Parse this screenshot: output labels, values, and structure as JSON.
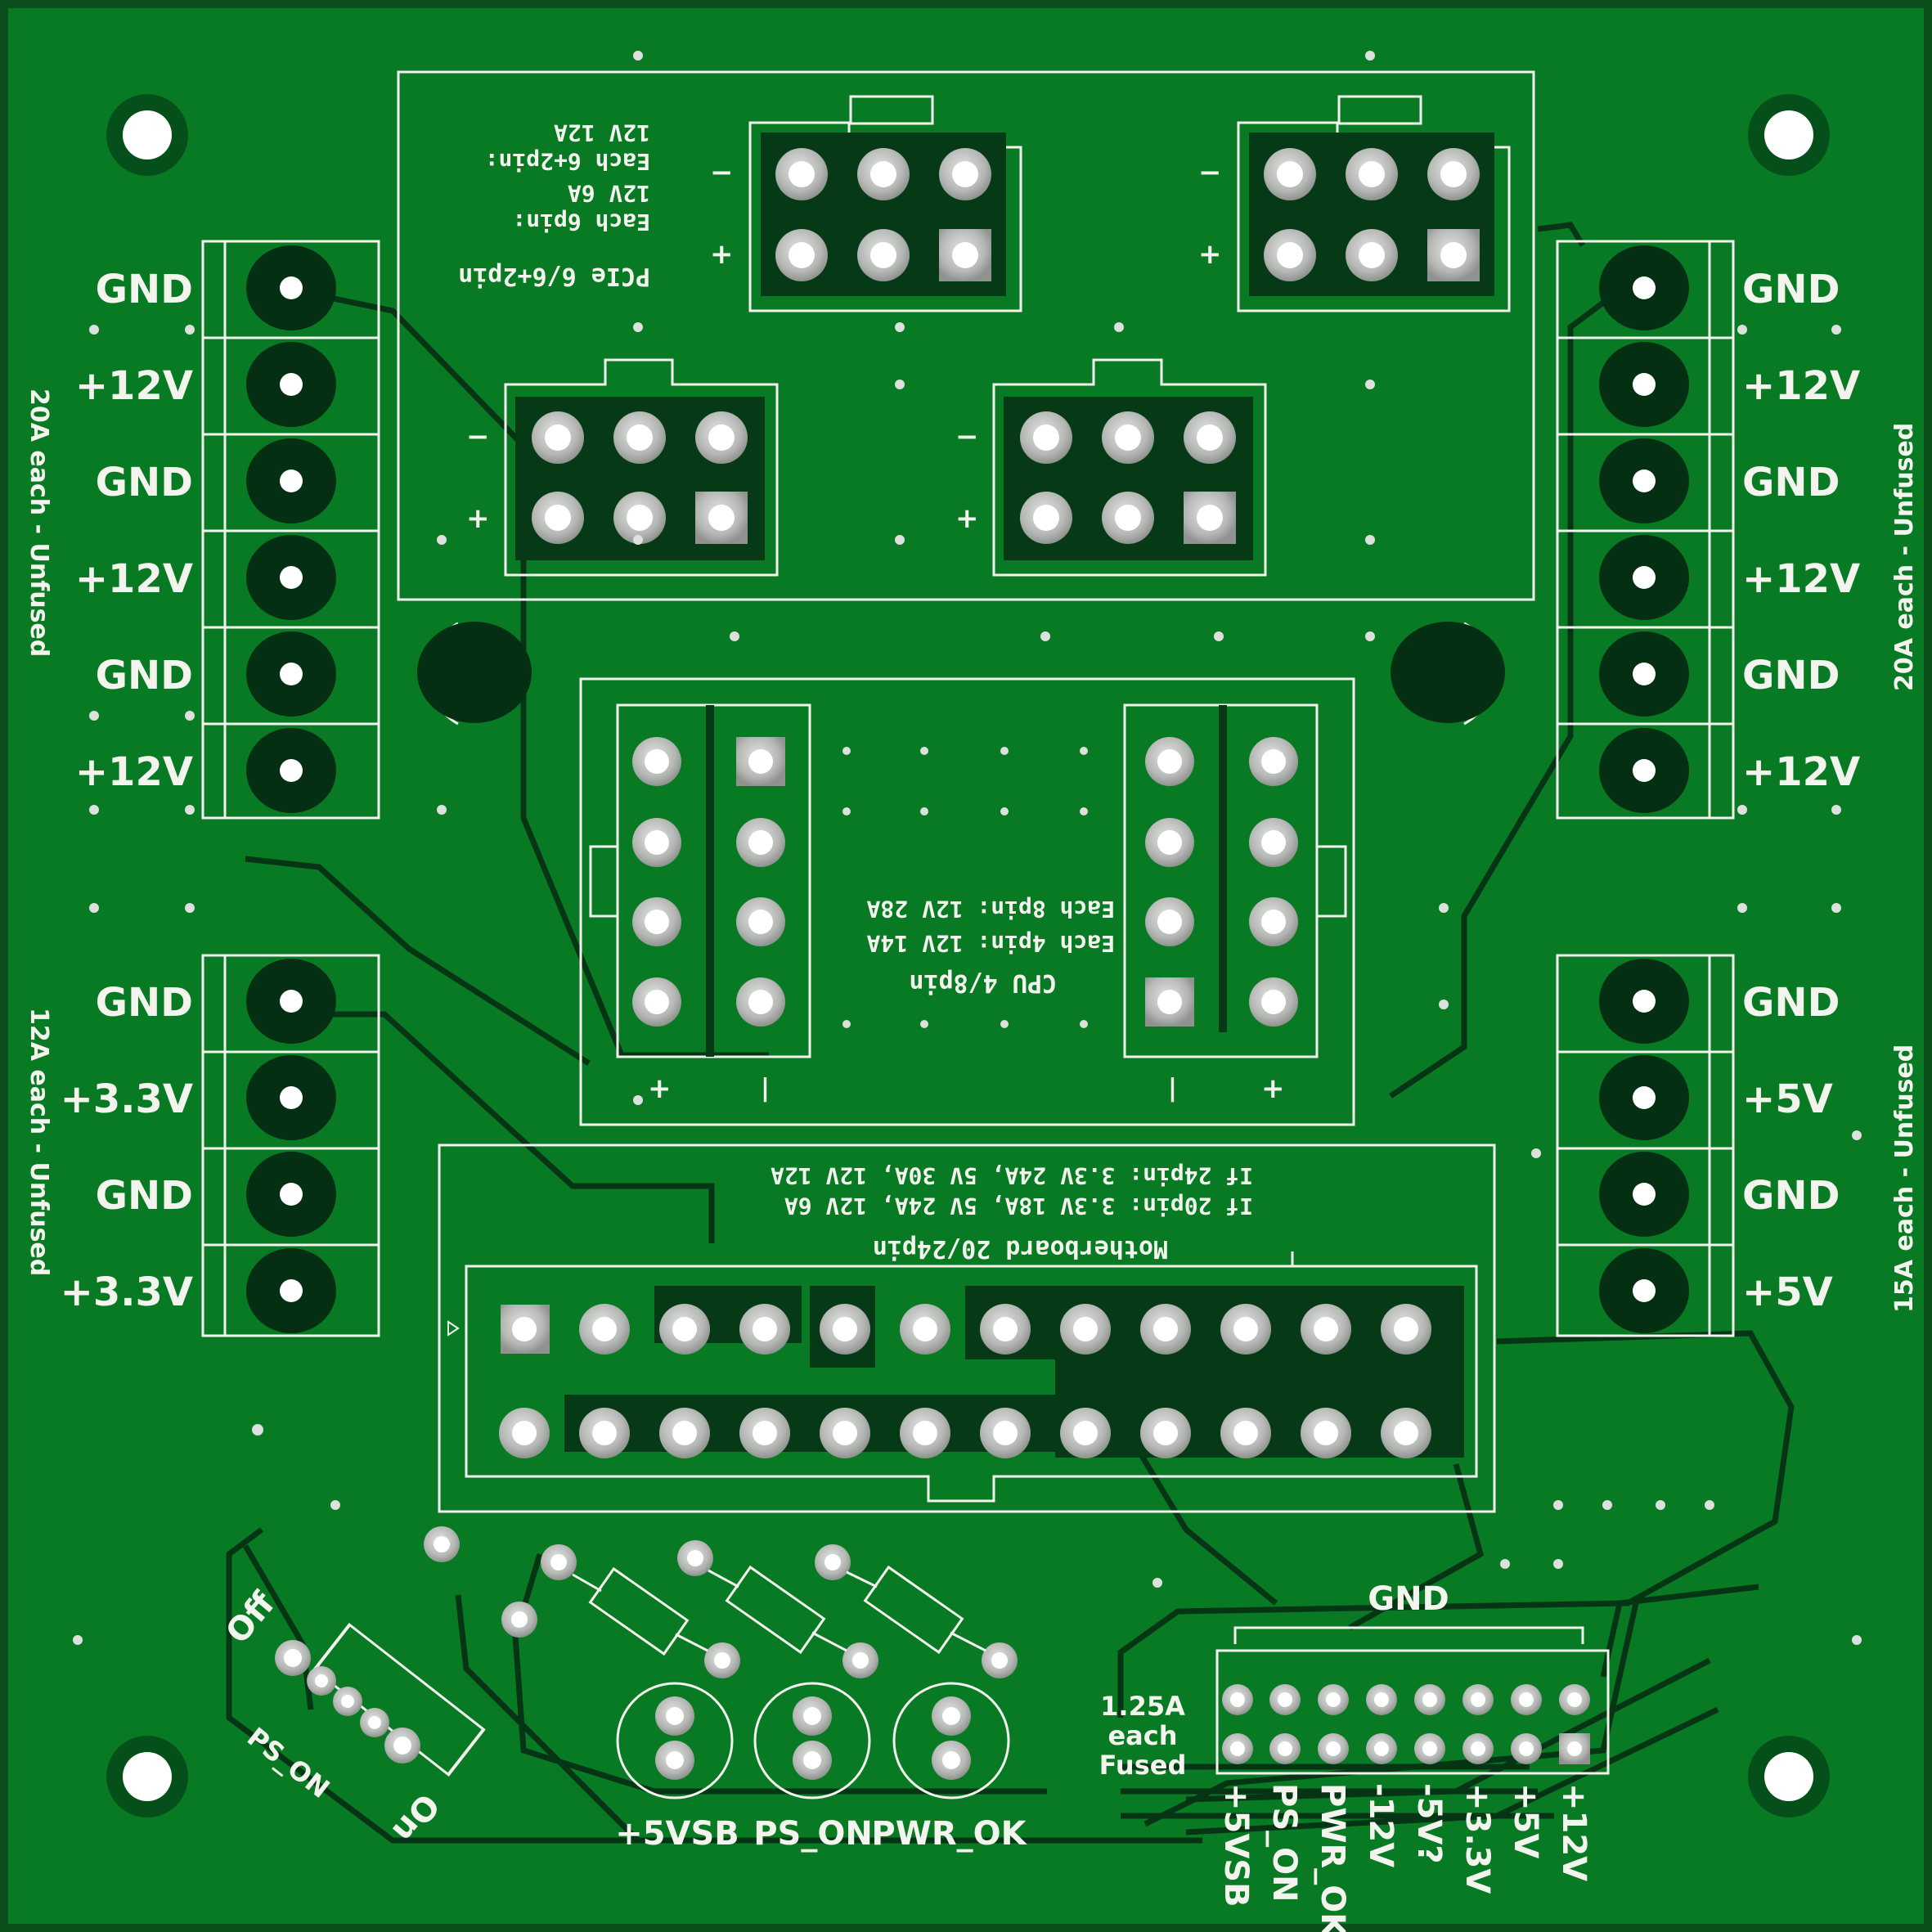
{
  "colors": {
    "board": "#087a24",
    "board_edge": "#0b4f1d",
    "copper_pour": "#0a6d20",
    "trace_dark": "#053515",
    "silkscreen": "#f4f4ee",
    "pad_silver": "#c6c8c6",
    "hole": "#ffffff"
  },
  "left_upper_terminals": {
    "labels": [
      "GND",
      "+12V",
      "GND",
      "+12V",
      "GND",
      "+12V"
    ],
    "side_note": "20A each - Unfused"
  },
  "left_lower_terminals": {
    "labels": [
      "GND",
      "+3.3V",
      "GND",
      "+3.3V"
    ],
    "side_note": "12A each - Unfused"
  },
  "right_upper_terminals": {
    "labels": [
      "GND",
      "+12V",
      "GND",
      "+12V",
      "GND",
      "+12V"
    ],
    "side_note": "20A each - Unfused"
  },
  "right_lower_terminals": {
    "labels": [
      "GND",
      "+5V",
      "GND",
      "+5V"
    ],
    "side_note": "15A each - Unfused"
  },
  "pcie": {
    "title": "PCIe 6/6+2pin",
    "notes": [
      "Each 6pin:",
      "12V 6A",
      "Each 6+2pin:",
      "12V 12A"
    ],
    "minus": "−",
    "plus": "+"
  },
  "cpu": {
    "title": "CPU 4/8pin",
    "notes": [
      "Each 4pin: 12V 14A",
      "Each 8pin: 12V 28A"
    ],
    "plus": "+",
    "minus": "|"
  },
  "motherboard": {
    "title": "Motherboard 20/24pin",
    "notes": [
      "If 20pin: 3.3V 18A, 5V 24A, 12V 6A",
      "If 24pin: 3.3V 24A, 5V 30A, 12V 12A"
    ]
  },
  "switch": {
    "off_label": "Off",
    "on_label": "On",
    "name_label": "PS_ON"
  },
  "leds": [
    "+5VSB",
    "PS_ON",
    "PWR_OK"
  ],
  "fused_header": {
    "gnd_label": "GND",
    "current_note": [
      "1.25A",
      "each",
      "Fused"
    ],
    "pin_labels": [
      "+5VSB",
      "PS_ON",
      "PWR_OK",
      "-12V",
      "-5V?",
      "+3.3V",
      "+5V",
      "+12V"
    ]
  }
}
